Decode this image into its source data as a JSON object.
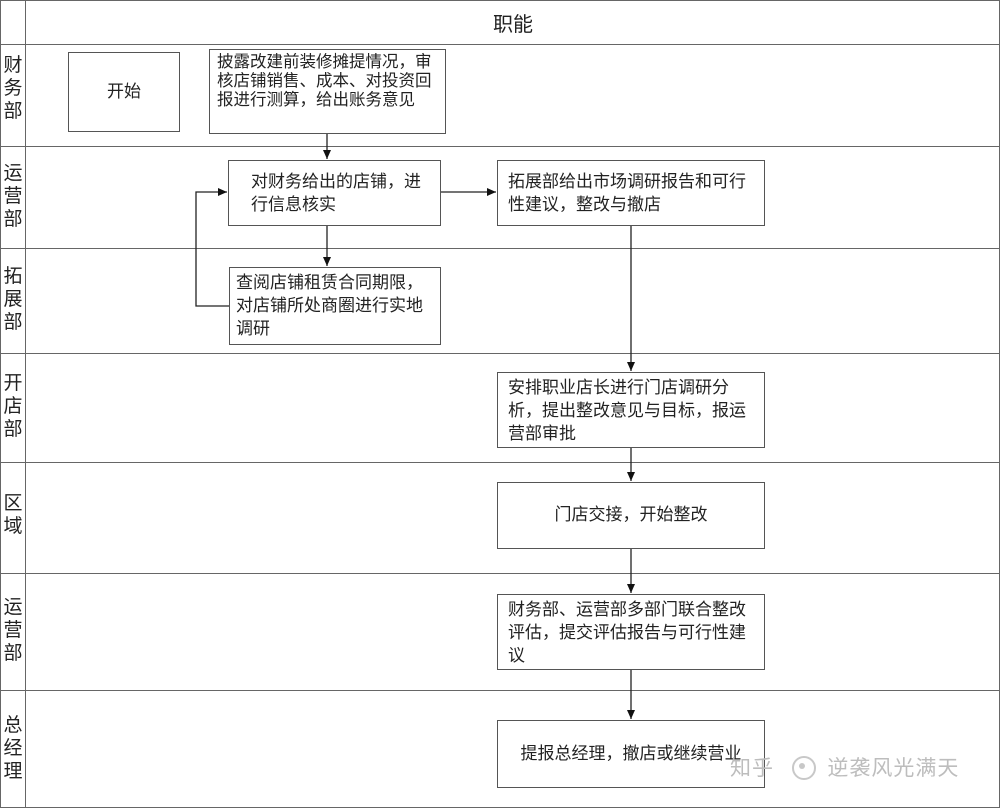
{
  "header": {
    "title": "职能"
  },
  "lanes": [
    {
      "label": "财务部"
    },
    {
      "label": "运营部"
    },
    {
      "label": "拓展部"
    },
    {
      "label": "开店部"
    },
    {
      "label": "区域"
    },
    {
      "label": "运营部"
    },
    {
      "label": "总经理"
    }
  ],
  "nodes": {
    "start": "开始",
    "finance_review": "披露改建前装修摊提情况，审核店铺销售、成本、对投资回报进行测算，给出账务意见",
    "ops_verify": "对财务给出的店铺，进行信息核实",
    "expansion_research": "查阅店铺租赁合同期限，对店铺所处商圈进行实地调研",
    "market_report": "拓展部给出市场调研报告和可行性建议，整改与撤店",
    "store_manager": "安排职业店长进行门店调研分析，提出整改意见与目标，报运营部审批",
    "handover": "门店交接，开始整改",
    "joint_evaluation": "财务部、运营部多部门联合整改评估，提交评估报告与可行性建议",
    "gm_decision": "提报总经理，撤店或继续营业"
  },
  "watermark": {
    "text_left": "知乎",
    "text_right": "逆袭风光满天"
  }
}
